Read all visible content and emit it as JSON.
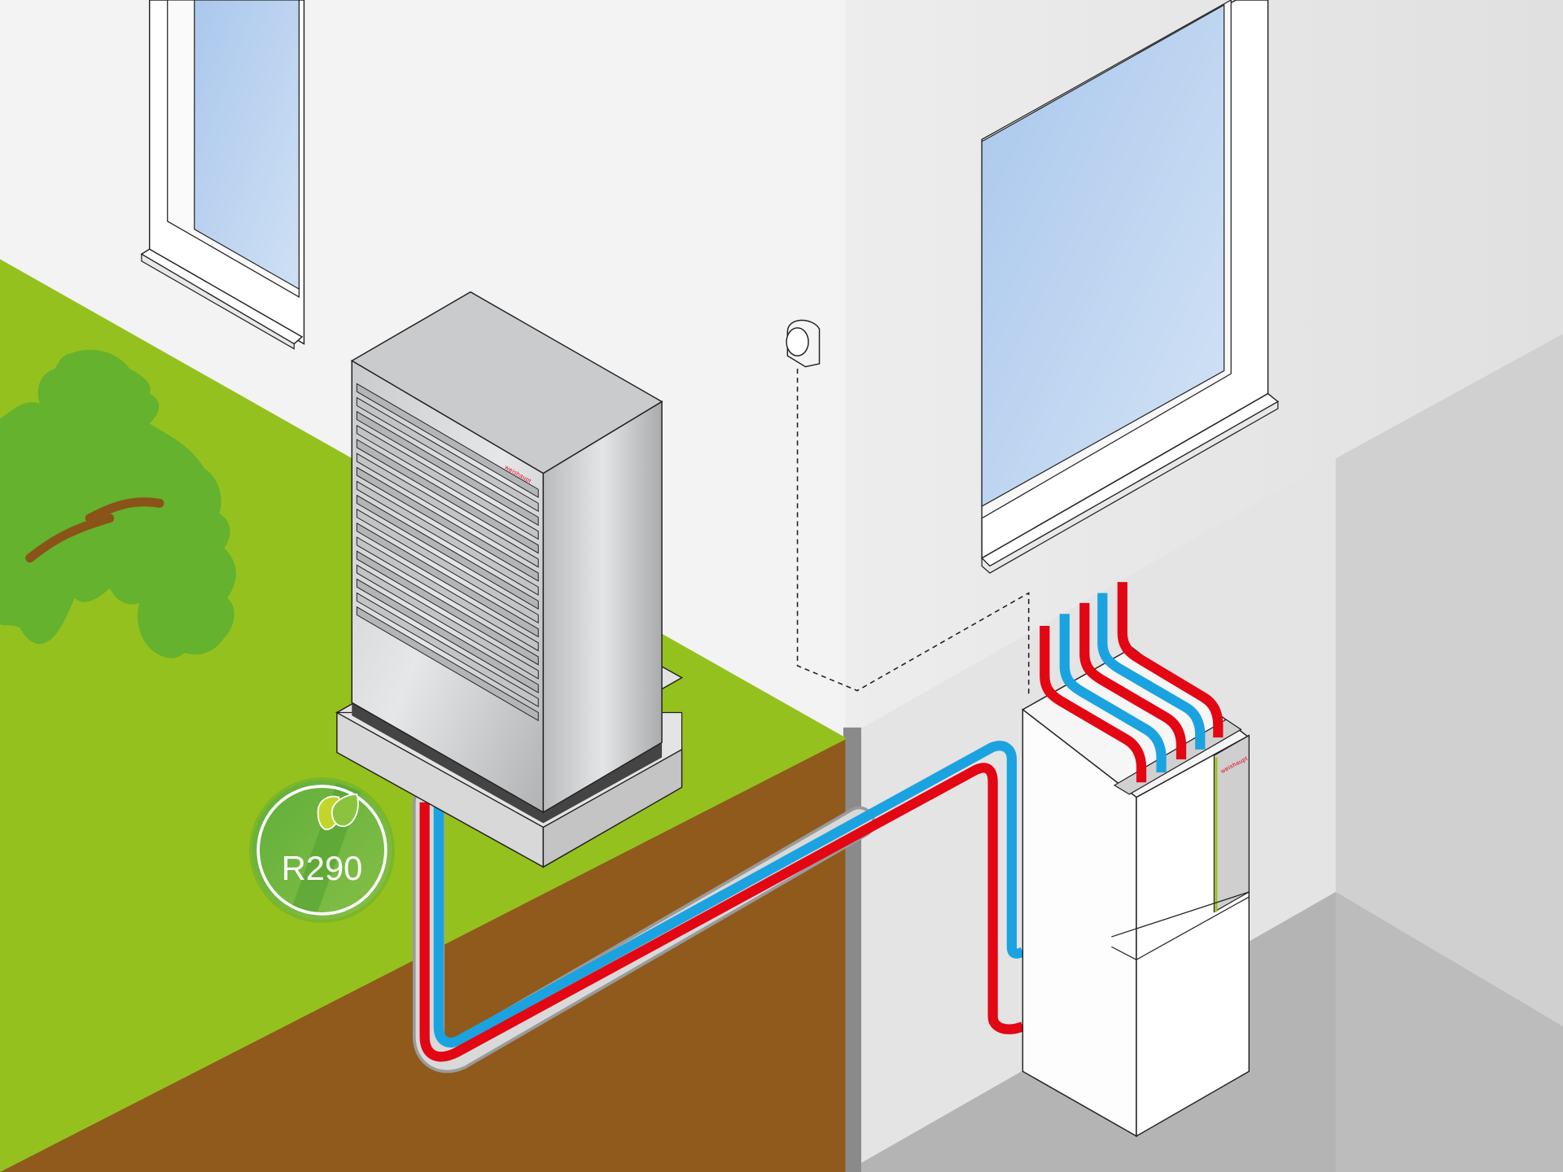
{
  "diagram": {
    "title": "Air-to-water heat pump installation (outdoor unit with indoor unit)",
    "badge": {
      "label": "R290",
      "icon": "leaf-icon"
    },
    "outdoor_unit": {
      "brand_label": "weishaupt"
    },
    "indoor_unit": {
      "brand_label": "weishaupt"
    },
    "thermostat": {
      "icon": "room-sensor-icon"
    },
    "pipes": {
      "flow_color": "#e30613",
      "return_color": "#1aa3e0",
      "top_outlets": [
        "flow",
        "return",
        "flow",
        "return",
        "flow"
      ]
    },
    "colors": {
      "lawn": "#95c11f",
      "tree_foliage": "#64b22e",
      "tree_trunk": "#8a5318",
      "soil": "#8f5a1c",
      "wall_left": "#f3f3f3",
      "wall_right": "#e6e6e6",
      "floor": "#b4b4b4",
      "window_glass": "#b4cfee",
      "brand_red": "#e2001a"
    }
  }
}
